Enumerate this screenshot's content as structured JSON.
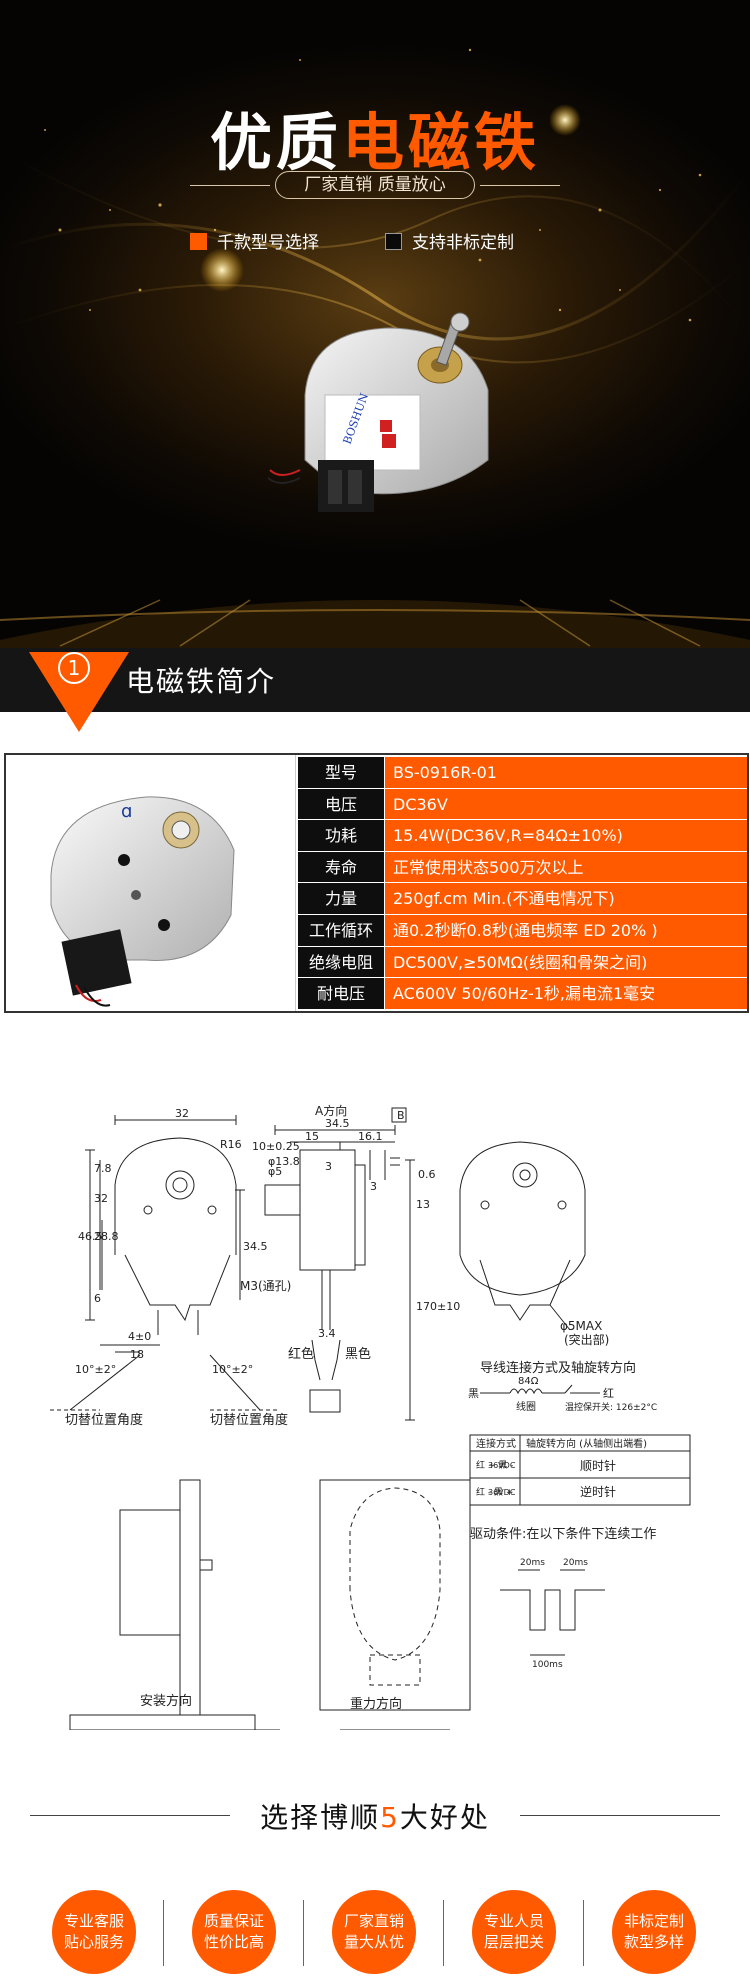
{
  "hero": {
    "title_white": "优质",
    "title_orange": "电磁铁",
    "slogan": "厂家直销 质量放心",
    "features": [
      "千款型号选择",
      "支持非标定制"
    ],
    "logo_text": "BOSHUN"
  },
  "intro": {
    "number": "1",
    "title": "电磁铁简介"
  },
  "specs": {
    "photo_mark": "ɑ",
    "rows": [
      {
        "key": "型号",
        "value": "BS-0916R-01"
      },
      {
        "key": "电压",
        "value": "DC36V"
      },
      {
        "key": "功耗",
        "value": "15.4W(DC36V,R=84Ω±10%)"
      },
      {
        "key": "寿命",
        "value": "正常使用状态500万次以上"
      },
      {
        "key": "力量",
        "value": "250gf.cm Min.(不通电情况下)"
      },
      {
        "key": "工作循环",
        "value": "通0.2秒断0.8秒(通电频率 ED 20% )"
      },
      {
        "key": "绝缘电阻",
        "value": "DC500V,≥50MΩ(线圈和骨架之间)"
      },
      {
        "key": "耐电压",
        "value": "AC600V 50/60Hz-1秒,漏电流1毫安"
      }
    ]
  },
  "drawing": {
    "a_direction": "A方向",
    "b_label": "B",
    "m3_hole": "M3(通孔)",
    "red_wire": "红色",
    "black_wire": "黑色",
    "switch_angle_left": "切替位置角度",
    "switch_angle_right": "切替位置角度",
    "max_label": "φ5MAX",
    "protrusion": "(突出部)",
    "wiring_title": "导线连接方式及轴旋转方向",
    "black": "黑",
    "red": "红",
    "coil": "线圈",
    "ohm": "84Ω",
    "thermal": "温控保开关: 126±2°C",
    "conn_header": "连接方式",
    "rot_header": "轴旋转方向 (从轴侧出端看)",
    "conn1": "红 +\n黑 -",
    "conn2": "红 -\n黑 +",
    "volt": "36VDC",
    "cw": "顺时针",
    "ccw": "逆时针",
    "drive_condition": "驱动条件:在以下条件下连续工作",
    "ms20a": "20ms",
    "ms20b": "20ms",
    "ms100": "100ms",
    "install_dir": "安装方向",
    "gravity_dir": "重力方向",
    "dims": {
      "d32": "32",
      "r16": "R16",
      "d78": "7.8",
      "d32v": "32",
      "d288": "28.8",
      "d465": "46.5",
      "d6": "6",
      "d345": "34.5",
      "d4": "4±0",
      "d18": "18",
      "a10l": "10°±2°",
      "a10r": "10°±2°",
      "d345a": "34.5",
      "d15": "15",
      "d161": "16.1",
      "d10": "10±0.25",
      "d3a": "3",
      "d3b": "3",
      "d06": "0.6",
      "d13": "13",
      "d34": "3.4",
      "d170": "170±10",
      "d5": "φ5",
      "d138": "φ13.8"
    }
  },
  "benefits": {
    "title_pre": "选择博顺",
    "title_num": "5",
    "title_post": "大好处",
    "items": [
      {
        "line1": "专业客服",
        "line2": "贴心服务"
      },
      {
        "line1": "质量保证",
        "line2": "性价比高"
      },
      {
        "line1": "厂家直销",
        "line2": "量大从优"
      },
      {
        "line1": "专业人员",
        "line2": "层层把关"
      },
      {
        "line1": "非标定制",
        "line2": "款型多样"
      }
    ]
  },
  "colors": {
    "accent": "#ff5a00",
    "dark": "#0e0e0e"
  }
}
